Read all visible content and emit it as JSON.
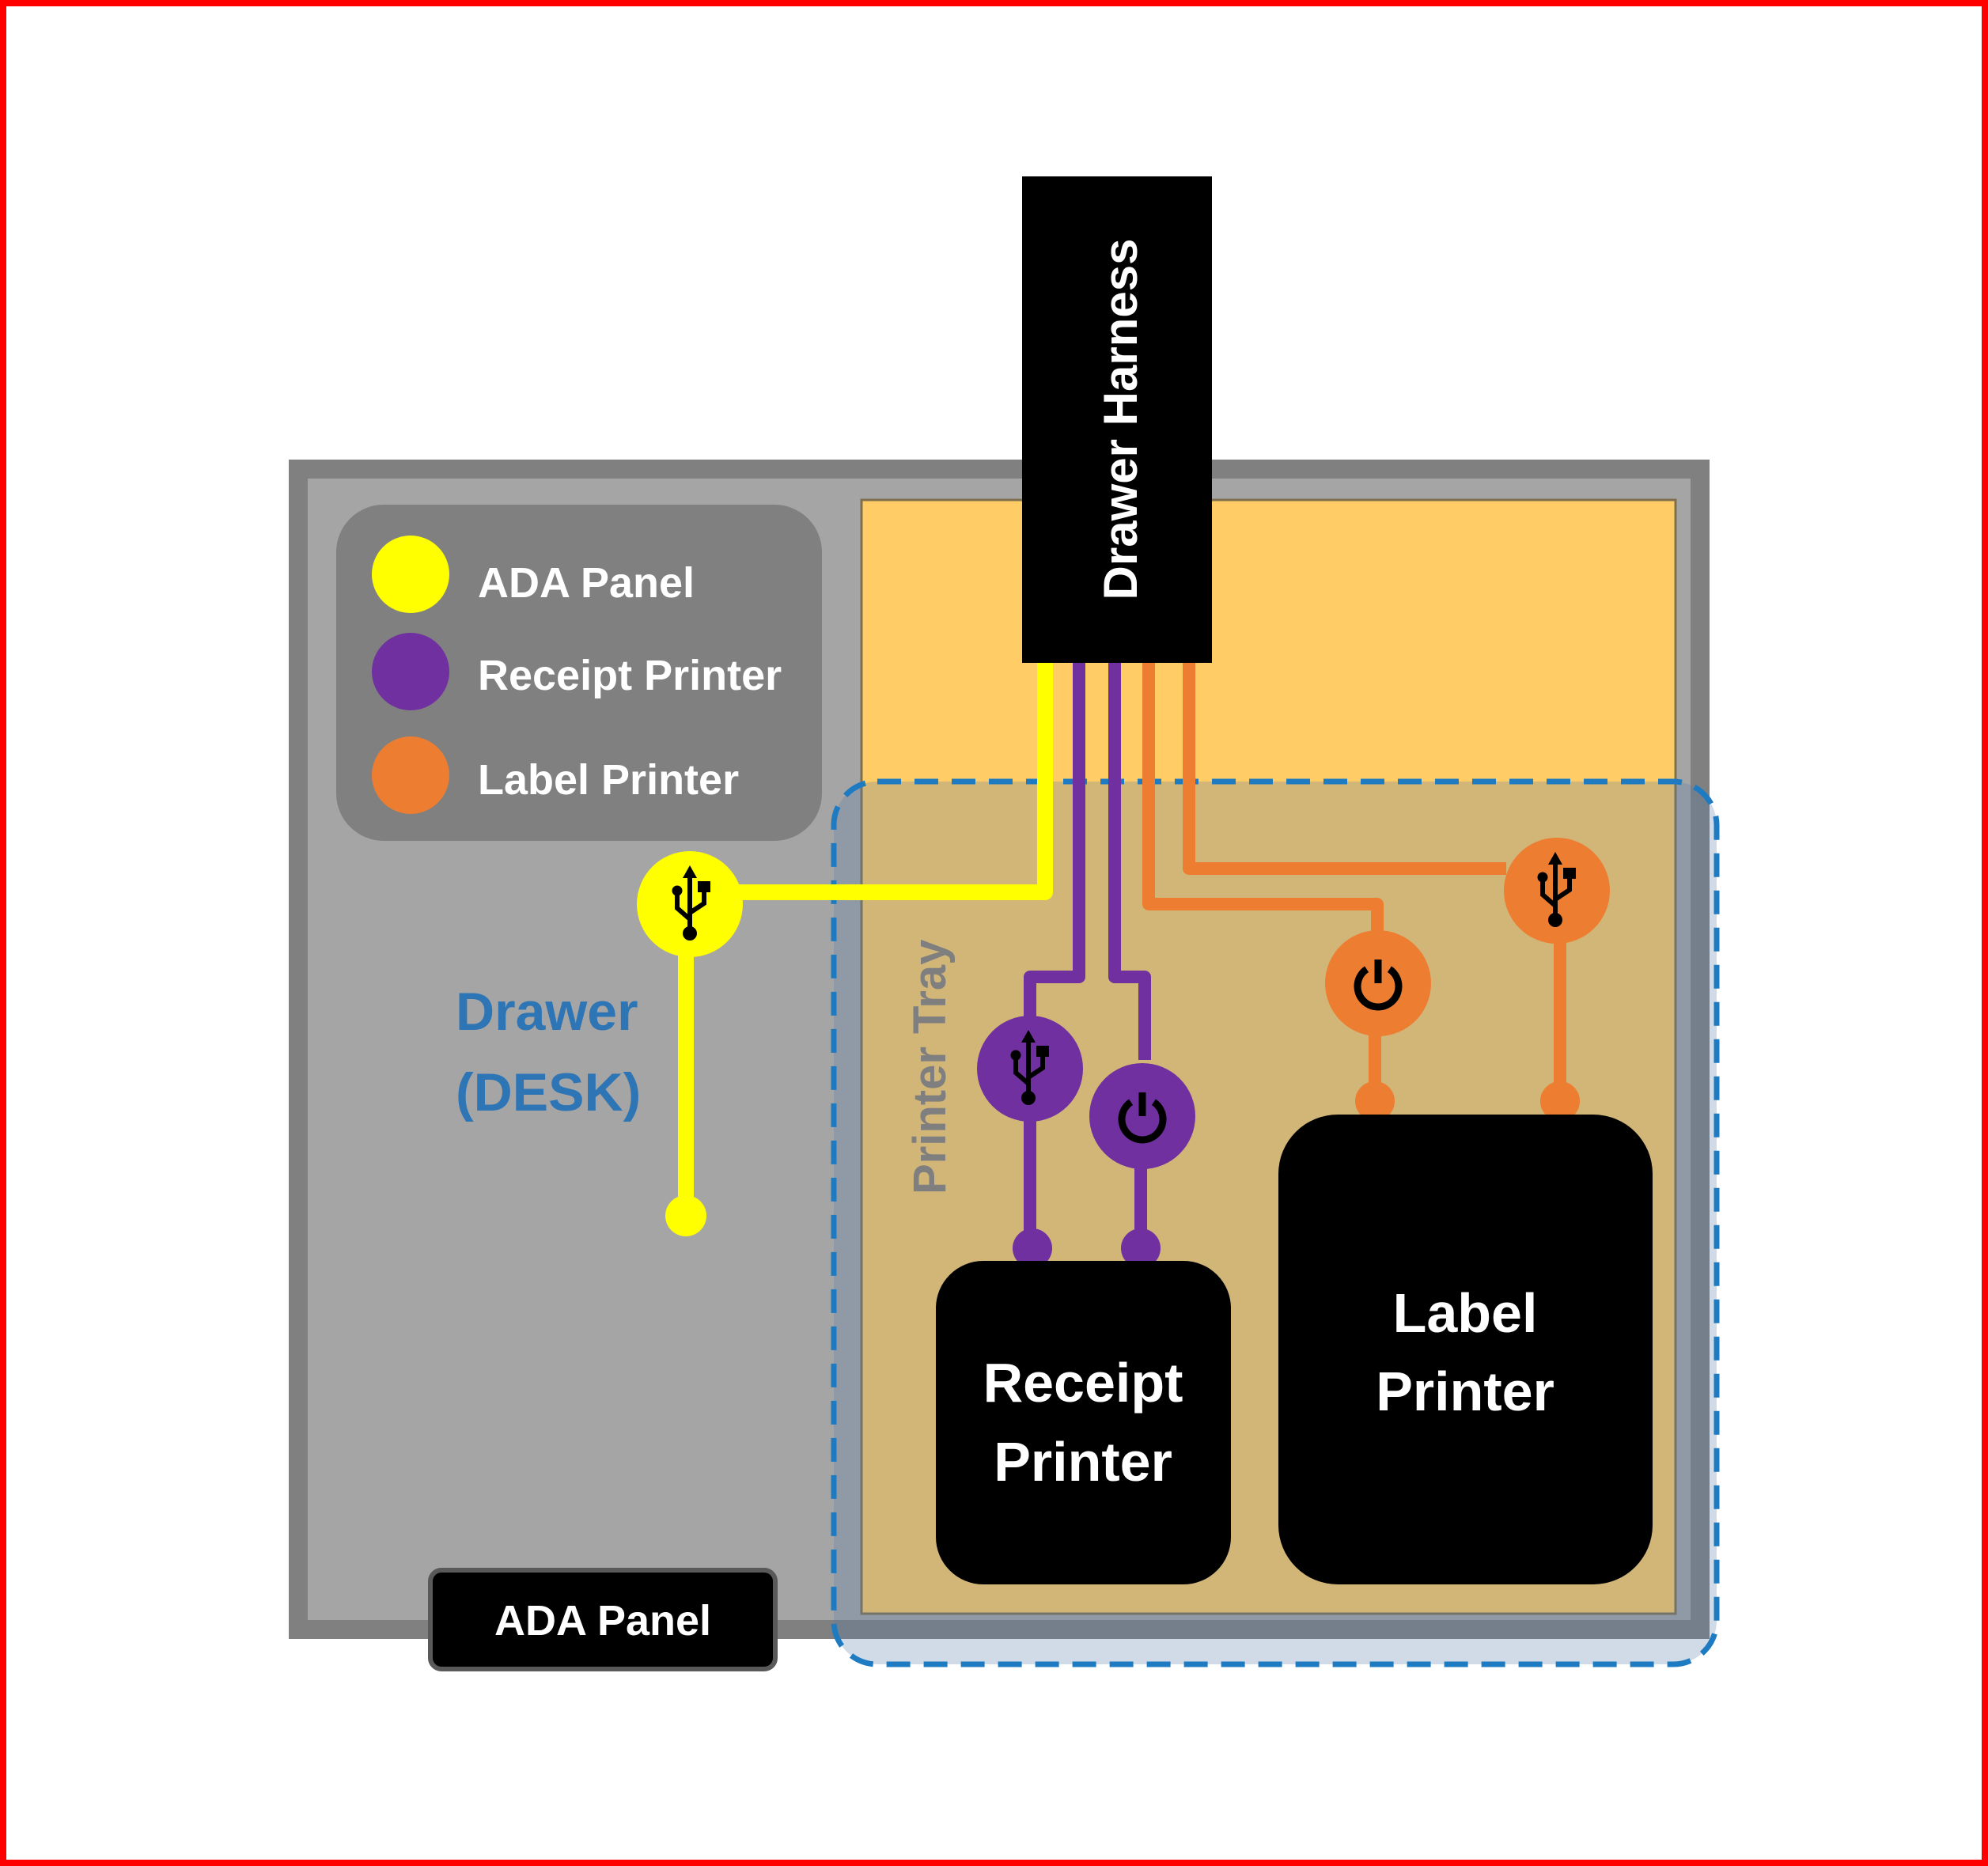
{
  "legend": {
    "items": [
      {
        "label": "ADA Panel",
        "color": "#FFFF00"
      },
      {
        "label": "Receipt Printer",
        "color": "#7030A0"
      },
      {
        "label": "Label Printer",
        "color": "#ED7D31"
      }
    ]
  },
  "drawer": {
    "label_line1": "Drawer",
    "label_line2": "(DESK)"
  },
  "harness": {
    "label": "Drawer Harness"
  },
  "tray": {
    "label": "Printer Tray"
  },
  "receipt_printer": {
    "label_line1": "Receipt",
    "label_line2": "Printer"
  },
  "label_printer": {
    "label_line1": "Label",
    "label_line2": "Printer"
  },
  "ada_panel": {
    "label": "ADA Panel"
  },
  "icons": {
    "ada_usb": "usb-icon",
    "receipt_usb": "usb-icon",
    "receipt_power": "power-icon",
    "label_power": "power-icon",
    "label_usb": "usb-icon"
  },
  "colors": {
    "frame": "#FF0000",
    "drawer_fill": "#A5A5A5",
    "drawer_border": "#808080",
    "tray_fill": "#FFCC66",
    "tray_dashed": "#1F7BC1",
    "ada": "#FFFF00",
    "receipt": "#7030A0",
    "label": "#ED7D31",
    "device": "#000000"
  }
}
